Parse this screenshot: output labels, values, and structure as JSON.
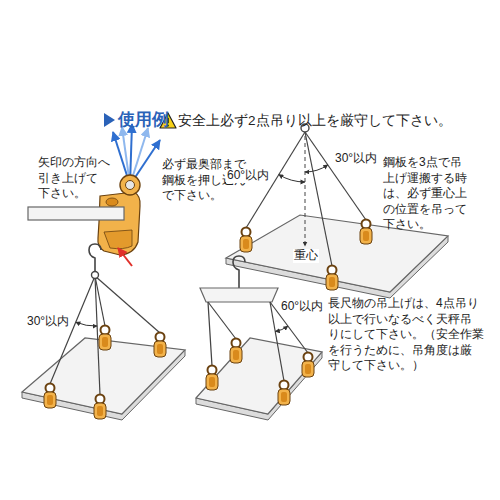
{
  "diagram": {
    "title": "使用例",
    "labels": [
      "安全上必ず2点吊り以上を厳守して下さい。",
      "矢印の方向へ 引き上げて 下さい。",
      "必ず最奥部まで 鋼板を押し込ん で下さい。",
      "鋼板を3点で吊 上げ運搬する時 は、必ず重心上 の位置を吊って 下さい。",
      "60°以内",
      "30°以内",
      "重心",
      "30°以内",
      "60°以内",
      "長尺物の吊上げは、4点吊り 以上で行いなるべく天秤吊 りにして下さい。（安全作業 を行うために、吊角度は厳 守して下さい。）"
    ]
  }
}
